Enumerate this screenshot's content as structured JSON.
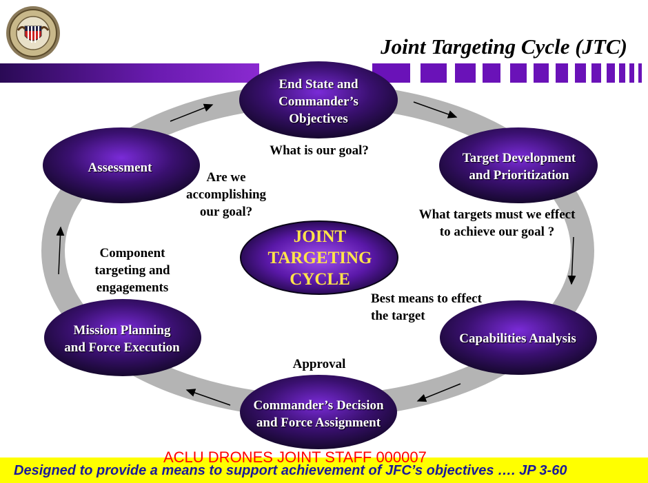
{
  "header": {
    "title": "Joint Targeting Cycle (JTC)"
  },
  "colors": {
    "ellipse_dark": "#16082e",
    "ellipse_light": "#7a2bd8",
    "ring": "#b4b4b4",
    "center_text": "#ffe44a",
    "footer_bg": "#ffff00",
    "footer_text": "#1a1a99",
    "stamp": "#ff0000"
  },
  "center": {
    "line1": "JOINT",
    "line2": "TARGETING",
    "line3": "CYCLE"
  },
  "stages": {
    "top": {
      "line1": "End State and",
      "line2": "Commander’s",
      "line3": "Objectives"
    },
    "right_upper": {
      "line1": "Target Development",
      "line2": "and Prioritization"
    },
    "right_lower": {
      "line1": "Capabilities Analysis"
    },
    "bottom": {
      "line1": "Commander’s Decision",
      "line2": "and Force Assignment"
    },
    "left_lower": {
      "line1": "Mission Planning",
      "line2": "and Force Execution"
    },
    "left_upper": {
      "line1": "Assessment"
    }
  },
  "annotations": {
    "goal": "What is our goal?",
    "accomplishing": {
      "line1": "Are we",
      "line2": "accomplishing",
      "line3": "our goal?"
    },
    "targets": {
      "line1": "What targets must we effect",
      "line2": "to achieve our goal ?"
    },
    "best_means": {
      "line1": "Best means to effect",
      "line2": "the target"
    },
    "approval": "Approval",
    "component": {
      "line1": "Component",
      "line2": "targeting and",
      "line3": "engagements"
    }
  },
  "footer": {
    "text": "Designed to provide a means to support achievement of JFC’s objectives …. JP 3-60",
    "stamp": "ACLU DRONES JOINT STAFF  000007"
  }
}
